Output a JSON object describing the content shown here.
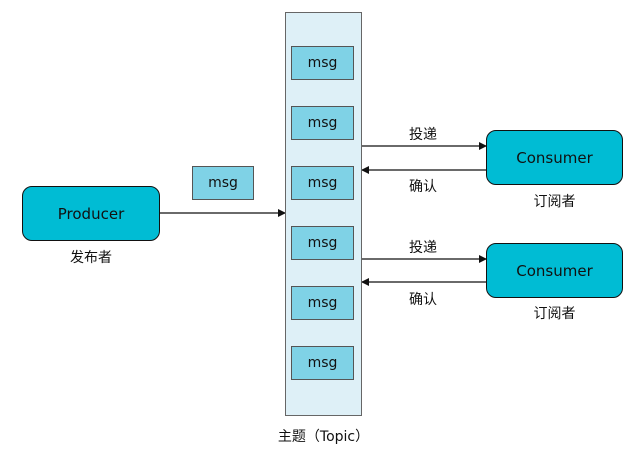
{
  "producer": {
    "label": "Producer",
    "caption": "发布者"
  },
  "in_flight_message": {
    "label": "msg"
  },
  "topic": {
    "caption": "主题（Topic）",
    "messages": [
      "msg",
      "msg",
      "msg",
      "msg",
      "msg",
      "msg"
    ]
  },
  "consumers": [
    {
      "label": "Consumer",
      "caption": "订阅者",
      "deliver_label": "投递",
      "ack_label": "确认"
    },
    {
      "label": "Consumer",
      "caption": "订阅者",
      "deliver_label": "投递",
      "ack_label": "确认"
    }
  ],
  "colors": {
    "node_fill": "#00bcd4",
    "msg_fill": "#7fd2e6",
    "topic_fill": "#def0f7",
    "stroke": "#111111"
  }
}
